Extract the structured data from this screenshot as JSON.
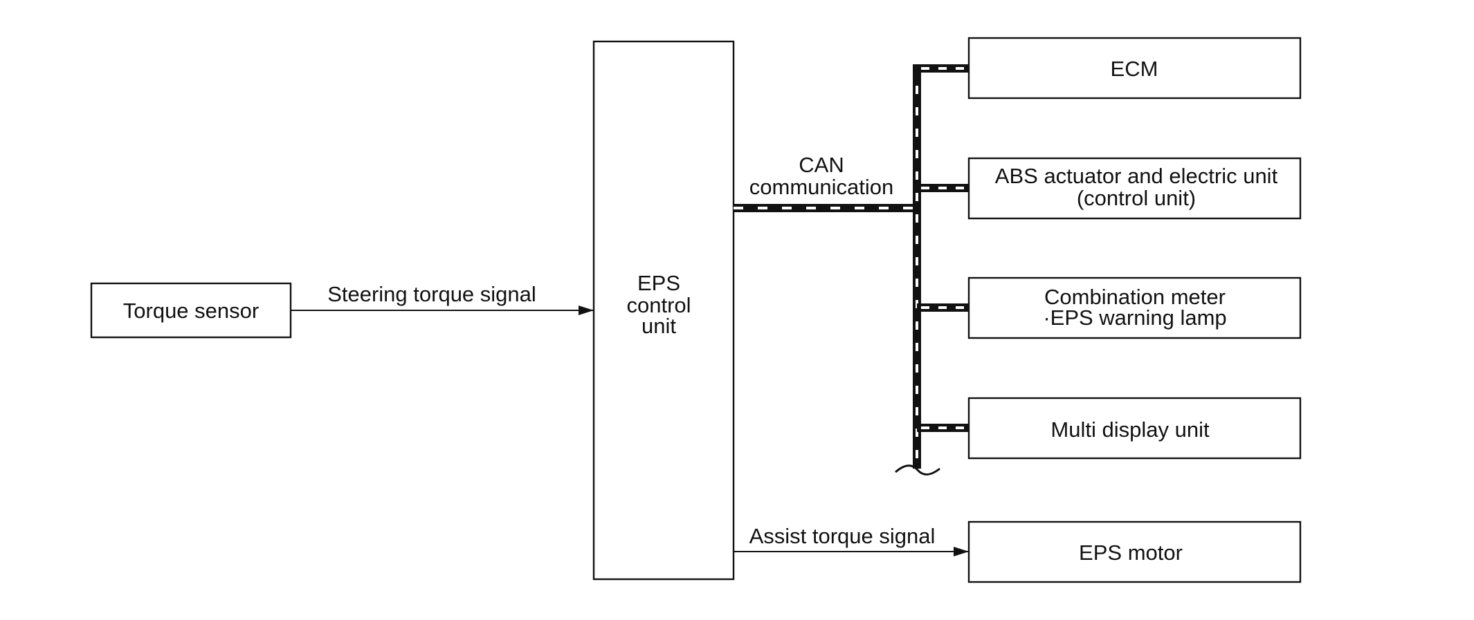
{
  "diagram": {
    "torque_sensor": "Torque sensor",
    "steering_signal": "Steering torque signal",
    "eps_control_unit": [
      "EPS",
      "control",
      "unit"
    ],
    "can_label": [
      "CAN",
      "communication"
    ],
    "ecm": "ECM",
    "abs_unit": [
      "ABS actuator and electric unit",
      "(control unit)"
    ],
    "combination_meter": [
      "Combination meter",
      "·EPS warning lamp"
    ],
    "multi_display": "Multi display unit",
    "assist_signal": "Assist torque signal",
    "eps_motor": "EPS motor"
  }
}
